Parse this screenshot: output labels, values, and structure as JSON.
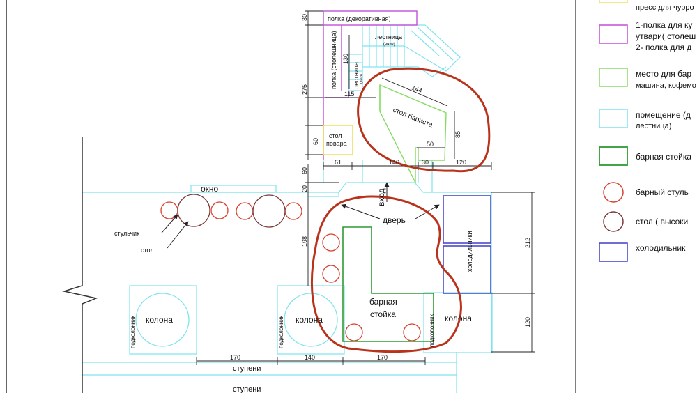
{
  "colors": {
    "room": "#7fe3ee",
    "shelf": "#c24fd6",
    "barista": "#86dc64",
    "bar_counter": "#2f9a33",
    "stool": "#d9412f",
    "table": "#7a3b3b",
    "fridge": "#3f3fc8",
    "wall": "#444444",
    "dim": "#222222",
    "annotation": "#b9331c",
    "yellow": "#f0e060"
  },
  "labels": {
    "shelf_decor": "полка (декоративная)",
    "shelf_tabletop": "полка (столешница)",
    "stairs_top": "лестница",
    "stairs_top_sub": "(вниз)",
    "stairs_side": "лестница",
    "stairs_side_sub": "(вниз)",
    "barista_table": "стол бариста",
    "cook_table_1": "стол",
    "cook_table_2": "повара",
    "window": "окно",
    "entrance": "вход",
    "door": "дверь",
    "stool_callout": "стульчик",
    "table_callout": "стол",
    "fridges": "холодильники",
    "bar_counter_1": "барная",
    "bar_counter_2": "стойка",
    "column_1": "колона",
    "column_2": "колона",
    "column_3": "колона",
    "base_1": "подколонник",
    "base_2": "подколонник",
    "base_3": "подколонник",
    "steps_1": "ступени",
    "steps_2": "ступени"
  },
  "dimensions": {
    "d30": "30",
    "d275": "275",
    "d130": "130",
    "d115": "115",
    "d144": "144",
    "d85": "85",
    "d50": "50",
    "d60_a": "60",
    "d60_b": "60",
    "d20": "20",
    "d61": "61",
    "d140_top": "140",
    "d30_b": "30",
    "d120_top": "120",
    "d198": "198",
    "d212": "212",
    "d120_right": "120",
    "d170_left": "170",
    "d140_bottom": "140",
    "d170_right": "170"
  },
  "legend": [
    {
      "swatch": "yellow",
      "text1": "пресс для чурро",
      "text2": ""
    },
    {
      "swatch": "shelf",
      "text1": "1-полка для ку",
      "text2": "утвари( столеш",
      "text3": "2- полка для д"
    },
    {
      "swatch": "barista",
      "text1": "место для бар",
      "text2": "машина, кофемо"
    },
    {
      "swatch": "room",
      "text1": "помещение (д",
      "text2": "лестница)"
    },
    {
      "swatch": "bar_counter",
      "text1": "барная стойка"
    },
    {
      "swatch": "stool",
      "text1": "барный стуль"
    },
    {
      "swatch": "table",
      "text1": "стол ( высоки"
    },
    {
      "swatch": "fridge",
      "text1": "холодильник"
    }
  ]
}
